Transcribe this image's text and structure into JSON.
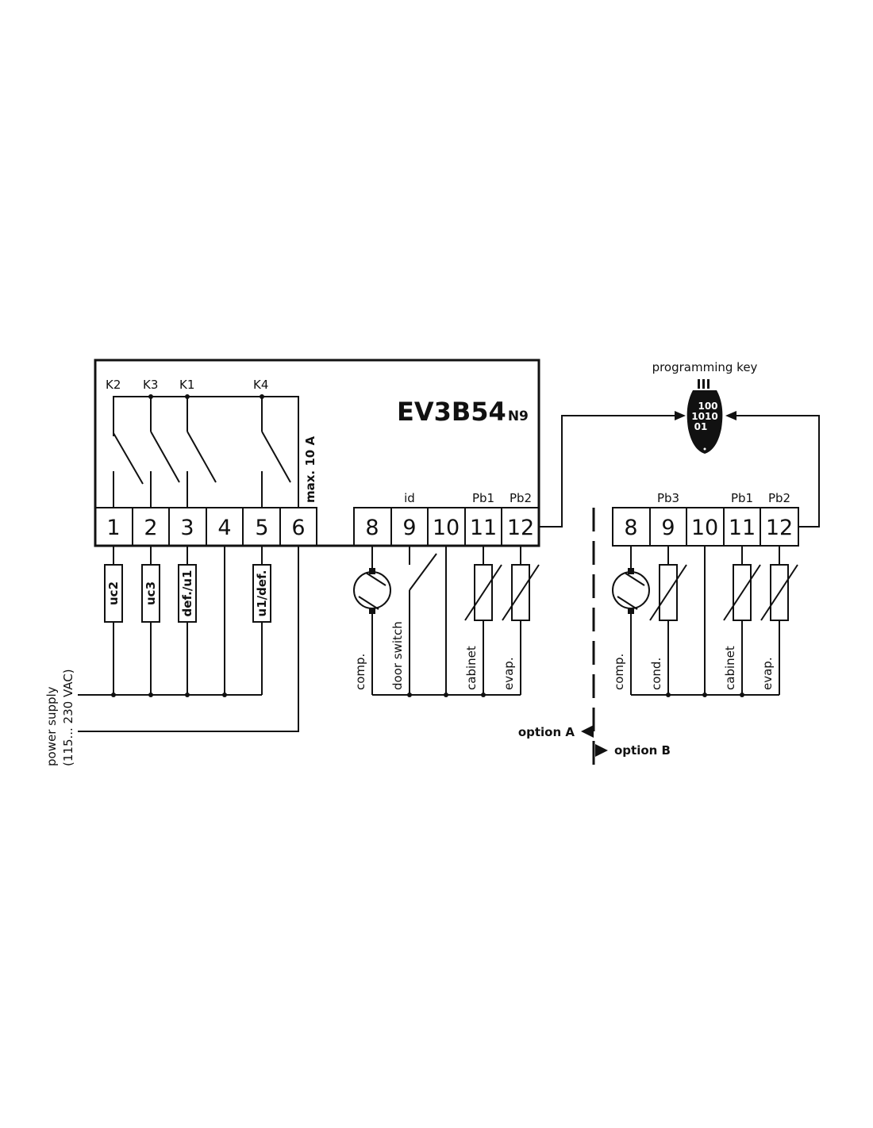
{
  "controller": {
    "model": "EV3B54",
    "model_suffix": "N9"
  },
  "relays": [
    "K2",
    "K3",
    "K1",
    "K4"
  ],
  "max_current": "max. 10 A",
  "terminals_main": [
    "1",
    "2",
    "3",
    "4",
    "5",
    "6"
  ],
  "terminals_inputs": [
    "8",
    "9",
    "10",
    "11",
    "12"
  ],
  "terminals_option_b": [
    "8",
    "9",
    "10",
    "11",
    "12"
  ],
  "input_labels_a": {
    "t9": "id",
    "t11": "Pb1",
    "t12": "Pb2"
  },
  "input_labels_b": {
    "t9": "Pb3",
    "t11": "Pb1",
    "t12": "Pb2"
  },
  "loads": [
    "uc2",
    "uc3",
    "def./u1",
    "u1/def."
  ],
  "devices_a": [
    "comp.",
    "door switch",
    "cabinet",
    "evap."
  ],
  "devices_b": [
    "comp.",
    "cond.",
    "cabinet",
    "evap."
  ],
  "power_supply": {
    "line1": "power supply",
    "line2": "(115... 230 VAC)"
  },
  "programming_key": {
    "label": "programming key",
    "code": [
      "100",
      "1010",
      "01"
    ]
  },
  "options": {
    "a": "option A",
    "b": "option B"
  }
}
